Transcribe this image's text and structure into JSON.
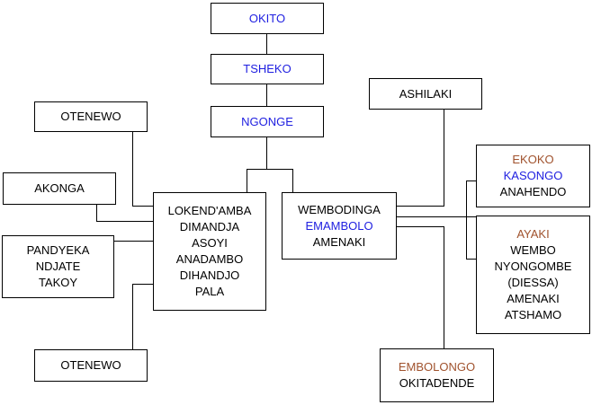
{
  "nodes": {
    "okito": {
      "lines": [
        {
          "text": "OKITO",
          "color": "blue"
        }
      ]
    },
    "tsheko": {
      "lines": [
        {
          "text": "TSHEKO",
          "color": "blue"
        }
      ]
    },
    "ngonge": {
      "lines": [
        {
          "text": "NGONGE",
          "color": "blue"
        }
      ]
    },
    "ashilaki": {
      "lines": [
        {
          "text": "ASHILAKI",
          "color": "black"
        }
      ]
    },
    "otenewo_top": {
      "lines": [
        {
          "text": "OTENEWO",
          "color": "black"
        }
      ]
    },
    "akonga": {
      "lines": [
        {
          "text": "AKONGA",
          "color": "black"
        }
      ]
    },
    "pandyeka": {
      "lines": [
        {
          "text": "PANDYEKA",
          "color": "black"
        },
        {
          "text": "NDJATE",
          "color": "black"
        },
        {
          "text": "TAKOY",
          "color": "black"
        }
      ]
    },
    "otenewo_bottom": {
      "lines": [
        {
          "text": "OTENEWO",
          "color": "black"
        }
      ]
    },
    "lokendamba": {
      "lines": [
        {
          "text": "LOKEND'AMBA",
          "color": "black"
        },
        {
          "text": "DIMANDJA",
          "color": "black"
        },
        {
          "text": "ASOYI",
          "color": "black"
        },
        {
          "text": "ANADAMBO",
          "color": "black"
        },
        {
          "text": "DIHANDJO",
          "color": "black"
        },
        {
          "text": "PALA",
          "color": "black"
        }
      ]
    },
    "wembodinga": {
      "lines": [
        {
          "text": "WEMBODINGA",
          "color": "black"
        },
        {
          "text": "EMAMBOLO",
          "color": "blue"
        },
        {
          "text": "AMENAKI",
          "color": "black"
        }
      ]
    },
    "ekoko": {
      "lines": [
        {
          "text": "EKOKO",
          "color": "brown"
        },
        {
          "text": "KASONGO",
          "color": "blue"
        },
        {
          "text": "ANAHENDO",
          "color": "black"
        }
      ]
    },
    "ayaki": {
      "lines": [
        {
          "text": "AYAKI",
          "color": "brown"
        },
        {
          "text": "WEMBO",
          "color": "black"
        },
        {
          "text": "NYONGOMBE",
          "color": "black"
        },
        {
          "text": "(DIESSA)",
          "color": "black"
        },
        {
          "text": "AMENAKI",
          "color": "black"
        },
        {
          "text": "ATSHAMO",
          "color": "black"
        }
      ]
    },
    "embolongo": {
      "lines": [
        {
          "text": "EMBOLONGO",
          "color": "brown"
        },
        {
          "text": "OKITADENDE",
          "color": "black"
        }
      ]
    }
  },
  "colors": {
    "blue": "#1e1ee0",
    "brown": "#a0522d",
    "black": "#000000"
  }
}
